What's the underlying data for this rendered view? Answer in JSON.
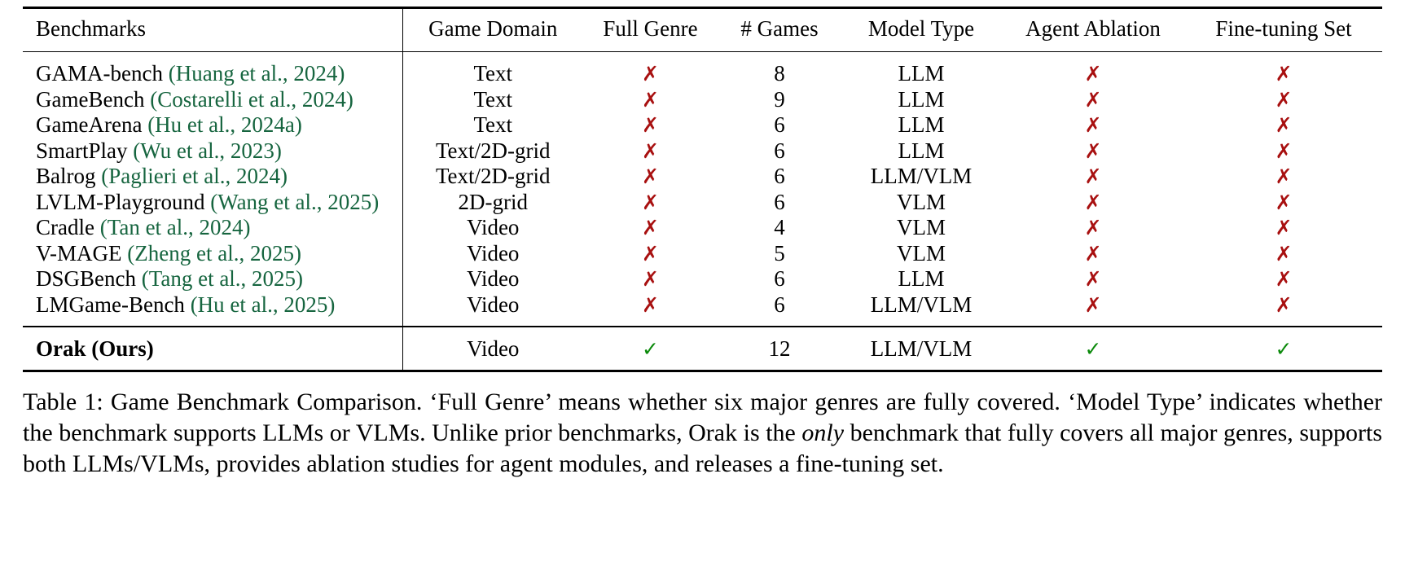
{
  "table": {
    "columns": [
      "Benchmarks",
      "Game Domain",
      "Full Genre",
      "# Games",
      "Model Type",
      "Agent Ablation",
      "Fine-tuning Set"
    ],
    "marks": {
      "cross": "✗",
      "check": "✓"
    },
    "colors": {
      "citation_green": "#16653f",
      "cross_red": "#a81010",
      "check_green": "#0b8a0b"
    },
    "rows": [
      {
        "name": "GAMA-bench",
        "citation": "(Huang et al., 2024)",
        "game_domain": "Text",
        "full_genre": "✗",
        "num_games": "8",
        "model_type": "LLM",
        "agent_ablation": "✗",
        "fine_tuning_set": "✗",
        "bold": false
      },
      {
        "name": "GameBench",
        "citation": "(Costarelli et al., 2024)",
        "game_domain": "Text",
        "full_genre": "✗",
        "num_games": "9",
        "model_type": "LLM",
        "agent_ablation": "✗",
        "fine_tuning_set": "✗",
        "bold": false
      },
      {
        "name": "GameArena",
        "citation": "(Hu et al., 2024a)",
        "game_domain": "Text",
        "full_genre": "✗",
        "num_games": "6",
        "model_type": "LLM",
        "agent_ablation": "✗",
        "fine_tuning_set": "✗",
        "bold": false
      },
      {
        "name": "SmartPlay",
        "citation": "(Wu et al., 2023)",
        "game_domain": "Text/2D-grid",
        "full_genre": "✗",
        "num_games": "6",
        "model_type": "LLM",
        "agent_ablation": "✗",
        "fine_tuning_set": "✗",
        "bold": false
      },
      {
        "name": "Balrog",
        "citation": "(Paglieri et al., 2024)",
        "game_domain": "Text/2D-grid",
        "full_genre": "✗",
        "num_games": "6",
        "model_type": "LLM/VLM",
        "agent_ablation": "✗",
        "fine_tuning_set": "✗",
        "bold": false
      },
      {
        "name": "LVLM-Playground",
        "citation": "(Wang et al., 2025)",
        "game_domain": "2D-grid",
        "full_genre": "✗",
        "num_games": "6",
        "model_type": "VLM",
        "agent_ablation": "✗",
        "fine_tuning_set": "✗",
        "bold": false
      },
      {
        "name": "Cradle",
        "citation": "(Tan et al., 2024)",
        "game_domain": "Video",
        "full_genre": "✗",
        "num_games": "4",
        "model_type": "VLM",
        "agent_ablation": "✗",
        "fine_tuning_set": "✗",
        "bold": false
      },
      {
        "name": "V-MAGE",
        "citation": "(Zheng et al., 2025)",
        "game_domain": "Video",
        "full_genre": "✗",
        "num_games": "5",
        "model_type": "VLM",
        "agent_ablation": "✗",
        "fine_tuning_set": "✗",
        "bold": false
      },
      {
        "name": "DSGBench",
        "citation": "(Tang et al., 2025)",
        "game_domain": "Video",
        "full_genre": "✗",
        "num_games": "6",
        "model_type": "LLM",
        "agent_ablation": "✗",
        "fine_tuning_set": "✗",
        "bold": false
      },
      {
        "name": "LMGame-Bench",
        "citation": "(Hu et al., 2025)",
        "game_domain": "Video",
        "full_genre": "✗",
        "num_games": "6",
        "model_type": "LLM/VLM",
        "agent_ablation": "✗",
        "fine_tuning_set": "✗",
        "bold": false
      }
    ],
    "highlight_row": {
      "name": "Orak (Ours)",
      "citation": "",
      "game_domain": "Video",
      "full_genre": "✓",
      "num_games": "12",
      "model_type": "LLM/VLM",
      "agent_ablation": "✓",
      "fine_tuning_set": "✓",
      "bold": true
    }
  },
  "caption": {
    "part1": "Table 1: Game Benchmark Comparison. ‘Full Genre’ means whether six major genres are fully covered. ‘Model Type’ indicates whether the benchmark supports LLMs or VLMs. Unlike prior benchmarks, Orak is the ",
    "emphasis": "only",
    "part2": " benchmark that fully covers all major genres, supports both LLMs/VLMs, provides ablation studies for agent modules, and releases a fine-tuning set."
  }
}
